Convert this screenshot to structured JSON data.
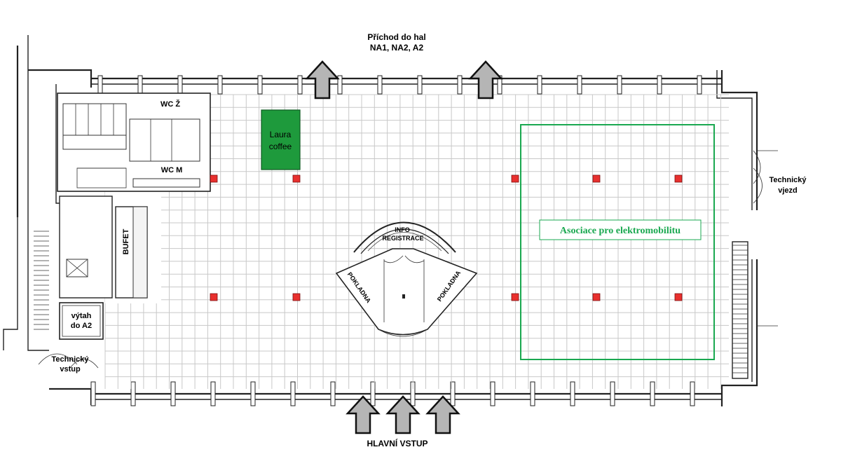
{
  "labels": {
    "top_entrance_line1": "Příchod do hal",
    "top_entrance_line2": "NA1, NA2, A2",
    "main_entrance": "HLAVNÍ VSTUP",
    "technical_entrance_line1": "Technický",
    "technical_entrance_line2": "vstup",
    "technical_drive_line1": "Technický",
    "technical_drive_line2": "vjezd",
    "wc_women": "WC Ž",
    "wc_men": "WC M",
    "bufet": "BUFET",
    "elevator_line1": "výtah",
    "elevator_line2": "do A2",
    "info_line1": "INFO",
    "info_line2": "REGISTRACE",
    "ticket_left": "POKLADNA",
    "ticket_right": "POKLADNA"
  },
  "booths": {
    "laura_line1": "Laura",
    "laura_line2": "coffee",
    "laura_color": "#1e9a3c",
    "asociace_label": "Asociace pro elektromobilitu",
    "asociace_color": "#1aa850"
  },
  "colors": {
    "grid_line": "#c8c8c8",
    "pillar": "#e8302e",
    "arrow_fill": "#b5b5b5"
  }
}
